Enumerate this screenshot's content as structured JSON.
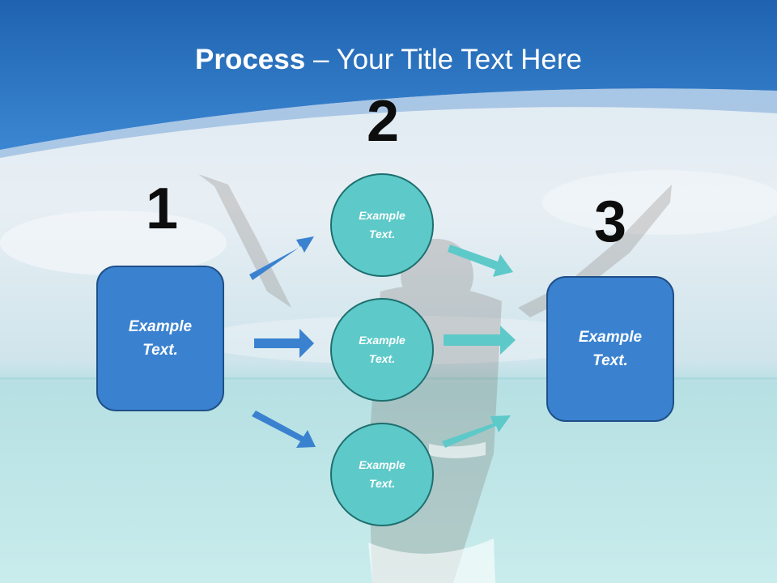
{
  "title": {
    "bold": "Process",
    "rest": " – Your Title Text Here"
  },
  "steps": {
    "one": {
      "number": "1",
      "box_text": "Example Text."
    },
    "two": {
      "number": "2",
      "circles": [
        "Example Text.",
        "Example Text.",
        "Example Text."
      ]
    },
    "three": {
      "number": "3",
      "box_text": "Example Text."
    }
  },
  "colors": {
    "header_blue": "#2f77c4",
    "box_blue": "#3a82d0",
    "circle_teal": "#5ec9c9",
    "arrow_blue": "#3a82d0",
    "arrow_teal": "#5ec9c9"
  }
}
